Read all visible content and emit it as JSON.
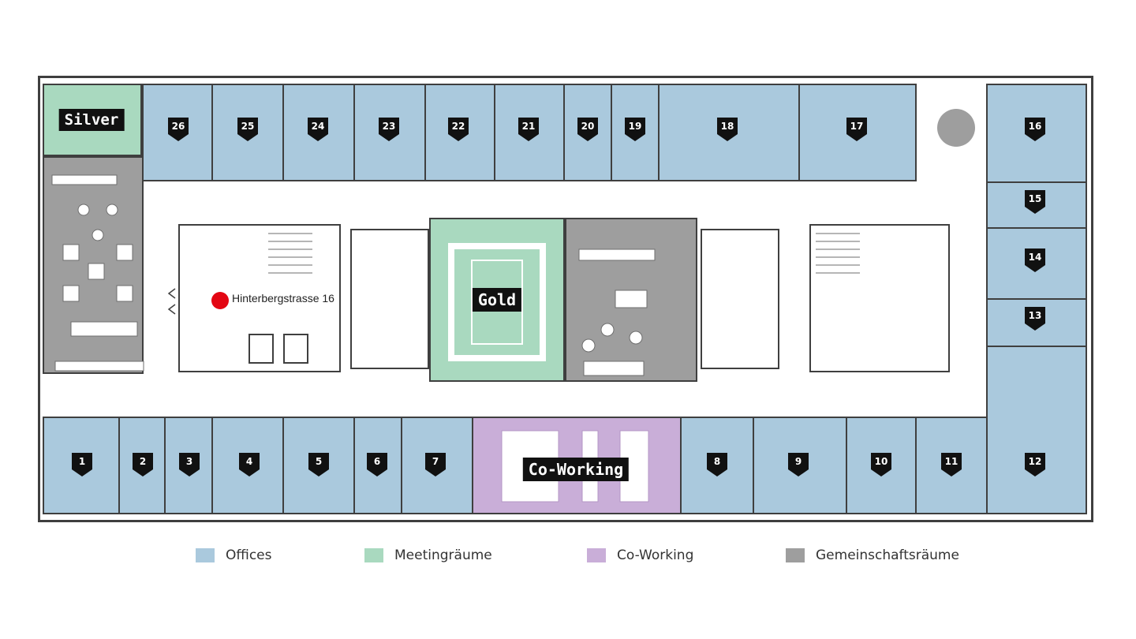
{
  "rooms": {
    "silver": "Silver",
    "gold": "Gold",
    "coworking": "Co-Working",
    "offices_top": [
      "26",
      "25",
      "24",
      "23",
      "22",
      "21",
      "20",
      "19",
      "18",
      "17",
      "16"
    ],
    "offices_right": [
      "15",
      "14",
      "13",
      "12"
    ],
    "offices_bottom": [
      "1",
      "2",
      "3",
      "4",
      "5",
      "6",
      "7",
      "8",
      "9",
      "10",
      "11"
    ]
  },
  "address": "Hinterbergstrasse 16",
  "legend": [
    {
      "label": "Offices",
      "color": "#aac9dd"
    },
    {
      "label": "Meetingräume",
      "color": "#a9d9bf"
    },
    {
      "label": "Co-Working",
      "color": "#c9aed8"
    },
    {
      "label": "Gemeinschaftsräume",
      "color": "#9e9e9e"
    }
  ],
  "colors": {
    "offices": "#aac9dd",
    "meeting": "#a9d9bf",
    "cowork": "#c9aed8",
    "common": "#9e9e9e",
    "walls": "#3f3f3f",
    "marker": "#e30613"
  }
}
